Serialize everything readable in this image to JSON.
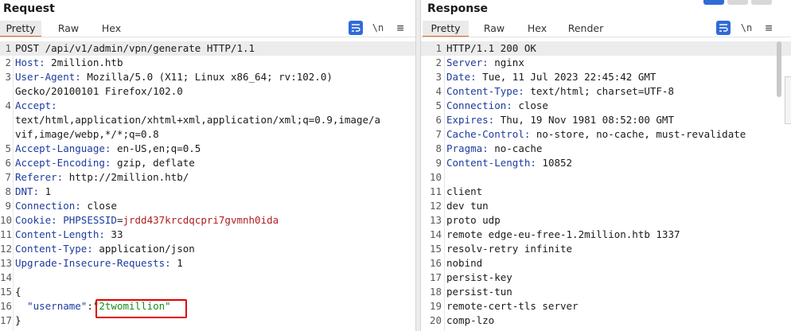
{
  "request": {
    "title": "Request",
    "tabs": [
      {
        "label": "Pretty"
      },
      {
        "label": "Raw"
      },
      {
        "label": "Hex"
      }
    ],
    "newline_label": "\\n",
    "menu_label": "≡",
    "lines": [
      {
        "n": "1",
        "text": "POST /api/v1/admin/vpn/generate HTTP/1.1"
      },
      {
        "n": "2",
        "key": "Host:",
        "value": " 2million.htb"
      },
      {
        "n": "3",
        "key": "User-Agent:",
        "value": " Mozilla/5.0 (X11; Linux x86_64; rv:102.0)"
      },
      {
        "n": "",
        "text": "Gecko/20100101 Firefox/102.0"
      },
      {
        "n": "4",
        "key": "Accept:",
        "value": ""
      },
      {
        "n": "",
        "text": "text/html,application/xhtml+xml,application/xml;q=0.9,image/a"
      },
      {
        "n": "",
        "text": "vif,image/webp,*/*;q=0.8"
      },
      {
        "n": "5",
        "key": "Accept-Language:",
        "value": " en-US,en;q=0.5"
      },
      {
        "n": "6",
        "key": "Accept-Encoding:",
        "value": " gzip, deflate"
      },
      {
        "n": "7",
        "key": "Referer:",
        "value": " http://2million.htb/"
      },
      {
        "n": "8",
        "key": "DNT:",
        "value": " 1"
      },
      {
        "n": "9",
        "key": "Connection:",
        "value": " close"
      },
      {
        "n": "10",
        "key": "Cookie:",
        "value": " ",
        "cookie_name": "PHPSESSID",
        "cookie_eq": "=",
        "cookie_value": "jrdd437krcdqcpri7gvmnh0ida"
      },
      {
        "n": "11",
        "key": "Content-Length:",
        "value": " 33"
      },
      {
        "n": "12",
        "key": "Content-Type:",
        "value": " application/json"
      },
      {
        "n": "13",
        "key": "Upgrade-Insecure-Requests:",
        "value": " 1"
      },
      {
        "n": "14",
        "text": ""
      },
      {
        "n": "15",
        "text": "{"
      },
      {
        "n": "16",
        "indent": "  ",
        "json_key": "\"username\"",
        "json_sep": ":",
        "json_value": "\"2twomillion\""
      },
      {
        "n": "17",
        "text": "}"
      }
    ]
  },
  "response": {
    "title": "Response",
    "tabs": [
      {
        "label": "Pretty"
      },
      {
        "label": "Raw"
      },
      {
        "label": "Hex"
      },
      {
        "label": "Render"
      }
    ],
    "newline_label": "\\n",
    "menu_label": "≡",
    "lines": [
      {
        "n": "1",
        "text": "HTTP/1.1 200 OK"
      },
      {
        "n": "2",
        "key": "Server:",
        "value": " nginx"
      },
      {
        "n": "3",
        "key": "Date:",
        "value": " Tue, 11 Jul 2023 22:45:42 GMT"
      },
      {
        "n": "4",
        "key": "Content-Type:",
        "value": " text/html; charset=UTF-8"
      },
      {
        "n": "5",
        "key": "Connection:",
        "value": " close"
      },
      {
        "n": "6",
        "key": "Expires:",
        "value": " Thu, 19 Nov 1981 08:52:00 GMT"
      },
      {
        "n": "7",
        "key": "Cache-Control:",
        "value": " no-store, no-cache, must-revalidate"
      },
      {
        "n": "8",
        "key": "Pragma:",
        "value": " no-cache"
      },
      {
        "n": "9",
        "key": "Content-Length:",
        "value": " 10852"
      },
      {
        "n": "10",
        "text": ""
      },
      {
        "n": "11",
        "text": "client"
      },
      {
        "n": "12",
        "text": "dev tun"
      },
      {
        "n": "13",
        "text": "proto udp"
      },
      {
        "n": "14",
        "text": "remote edge-eu-free-1.2million.htb 1337"
      },
      {
        "n": "15",
        "text": "resolv-retry infinite"
      },
      {
        "n": "16",
        "text": "nobind"
      },
      {
        "n": "17",
        "text": "persist-key"
      },
      {
        "n": "18",
        "text": "persist-tun"
      },
      {
        "n": "19",
        "text": "remote-cert-tls server"
      },
      {
        "n": "20",
        "text": "comp-lzo"
      }
    ]
  }
}
